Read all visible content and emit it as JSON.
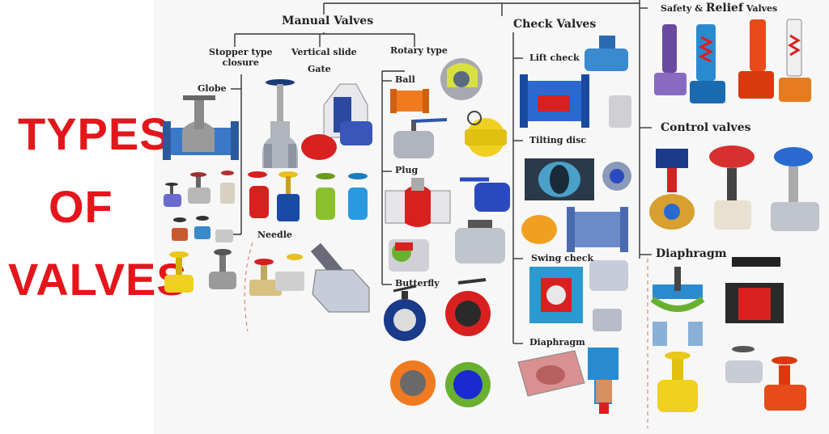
{
  "title": {
    "line1": "TYPES",
    "line2": "OF",
    "line3": "VALVES"
  },
  "colors": {
    "title_red": "#e3161b",
    "line": "#333333",
    "dashed_red": "#d98a7a"
  },
  "categories": {
    "manual": {
      "label": "Manual Valves",
      "stopper": "Stopper type\nclosure",
      "vertical_slide": "Vertical slide",
      "gate": "Gate",
      "rotary": "Rotary type",
      "globe": "Globe",
      "needle": "Needle",
      "ball": "Ball",
      "plug": "Plug",
      "butterfly": "Butterfly"
    },
    "check": {
      "label": "Check Valves",
      "lift": "Lift check",
      "tilting": "Tilting disc",
      "swing": "Swing check",
      "diaphragm": "Diaphragm"
    },
    "safety": {
      "label": "Safety & Relief Valves",
      "safety_small": "Safety & ",
      "relief_big": "Relief",
      "valves_small": " Valves"
    },
    "control": {
      "label": "Control valves"
    },
    "diaphragm": {
      "label": "Diaphragm"
    }
  },
  "icons": [
    "globe-valve-icon",
    "gate-valve-icon",
    "needle-valve-icon",
    "ball-valve-icon",
    "plug-valve-icon",
    "butterfly-valve-icon",
    "lift-check-valve-icon",
    "tilting-disc-valve-icon",
    "swing-check-valve-icon",
    "check-diaphragm-valve-icon",
    "safety-relief-valve-icon",
    "control-valve-icon",
    "diaphragm-valve-icon"
  ]
}
